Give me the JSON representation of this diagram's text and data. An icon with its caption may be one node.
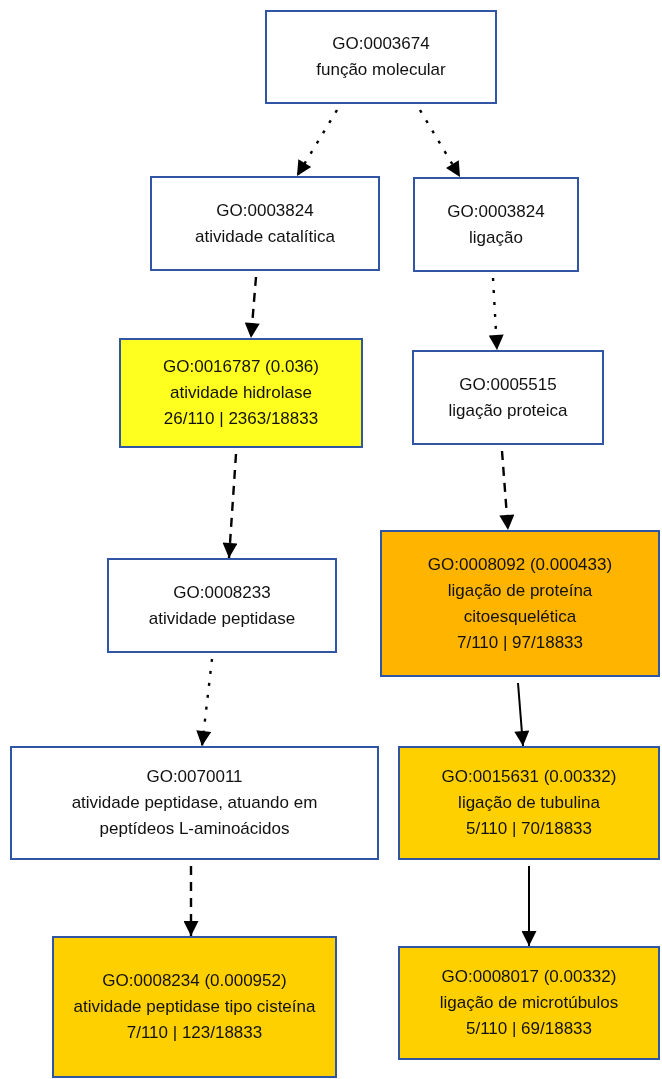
{
  "diagram": {
    "nodes": [
      {
        "text": [
          "GO:0003674",
          "função molecular"
        ]
      },
      {
        "text": [
          "GO:0003824",
          "atividade catalítica"
        ]
      },
      {
        "text": [
          "GO:0003824",
          "ligação"
        ]
      },
      {
        "text": [
          "GO:0016787 (0.036)",
          "atividade hidrolase",
          "26/110 | 2363/18833"
        ]
      },
      {
        "text": [
          "GO:0005515",
          "ligação proteica"
        ]
      },
      {
        "text": [
          "GO:0008233",
          "atividade peptidase"
        ]
      },
      {
        "text": [
          "GO:0008092 (0.000433)",
          "ligação de proteína citoesquelética",
          "7/110 | 97/18833"
        ]
      },
      {
        "text": [
          "GO:0070011",
          "atividade peptidase, atuando em peptídeos L-aminoácidos"
        ]
      },
      {
        "text": [
          "GO:0015631 (0.00332)",
          "ligação de tubulina",
          "5/110 | 70/18833"
        ]
      },
      {
        "text": [
          "GO:0008234 (0.000952)",
          "atividade peptidase tipo cisteína",
          "7/110 | 123/18833"
        ]
      },
      {
        "text": [
          "GO:0008017 (0.00332)",
          "ligação de microtúbulos",
          "5/110 | 69/18833"
        ]
      }
    ],
    "edges": [
      {
        "from": 0,
        "to": 1,
        "arrow": "to",
        "style": "dashed"
      },
      {
        "from": 0,
        "to": 2,
        "arrow": "to",
        "style": "dashed"
      },
      {
        "from": 1,
        "to": 3,
        "arrow": "to",
        "style": "dashed"
      },
      {
        "from": 2,
        "to": 4,
        "arrow": "to",
        "style": "dashed"
      },
      {
        "from": 3,
        "to": 5,
        "arrow": "to",
        "style": "dashed"
      },
      {
        "from": 4,
        "to": 6,
        "arrow": "to",
        "style": "dashed"
      },
      {
        "from": 5,
        "to": 7,
        "arrow": "to",
        "style": "dashed"
      },
      {
        "from": 6,
        "to": 8,
        "arrow": "to"
      },
      {
        "from": 7,
        "to": 9,
        "arrow": "to",
        "style": "dashed"
      },
      {
        "from": 8,
        "to": 10,
        "arrow": "to"
      }
    ]
  }
}
